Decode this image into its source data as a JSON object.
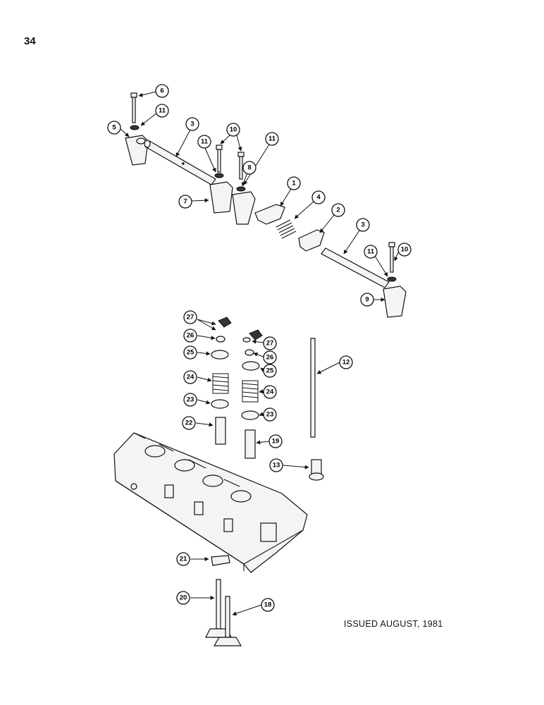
{
  "page": {
    "number": "34",
    "issued": "ISSUED AUGUST, 1981"
  },
  "callouts": [
    "6",
    "11",
    "5",
    "3",
    "11",
    "10",
    "11",
    "8",
    "7",
    "1",
    "4",
    "2",
    "3",
    "11",
    "10",
    "9",
    "27",
    "26",
    "25",
    "24",
    "23",
    "22",
    "27",
    "26",
    "25",
    "24",
    "23",
    "19",
    "12",
    "13",
    "21",
    "20",
    "18"
  ]
}
